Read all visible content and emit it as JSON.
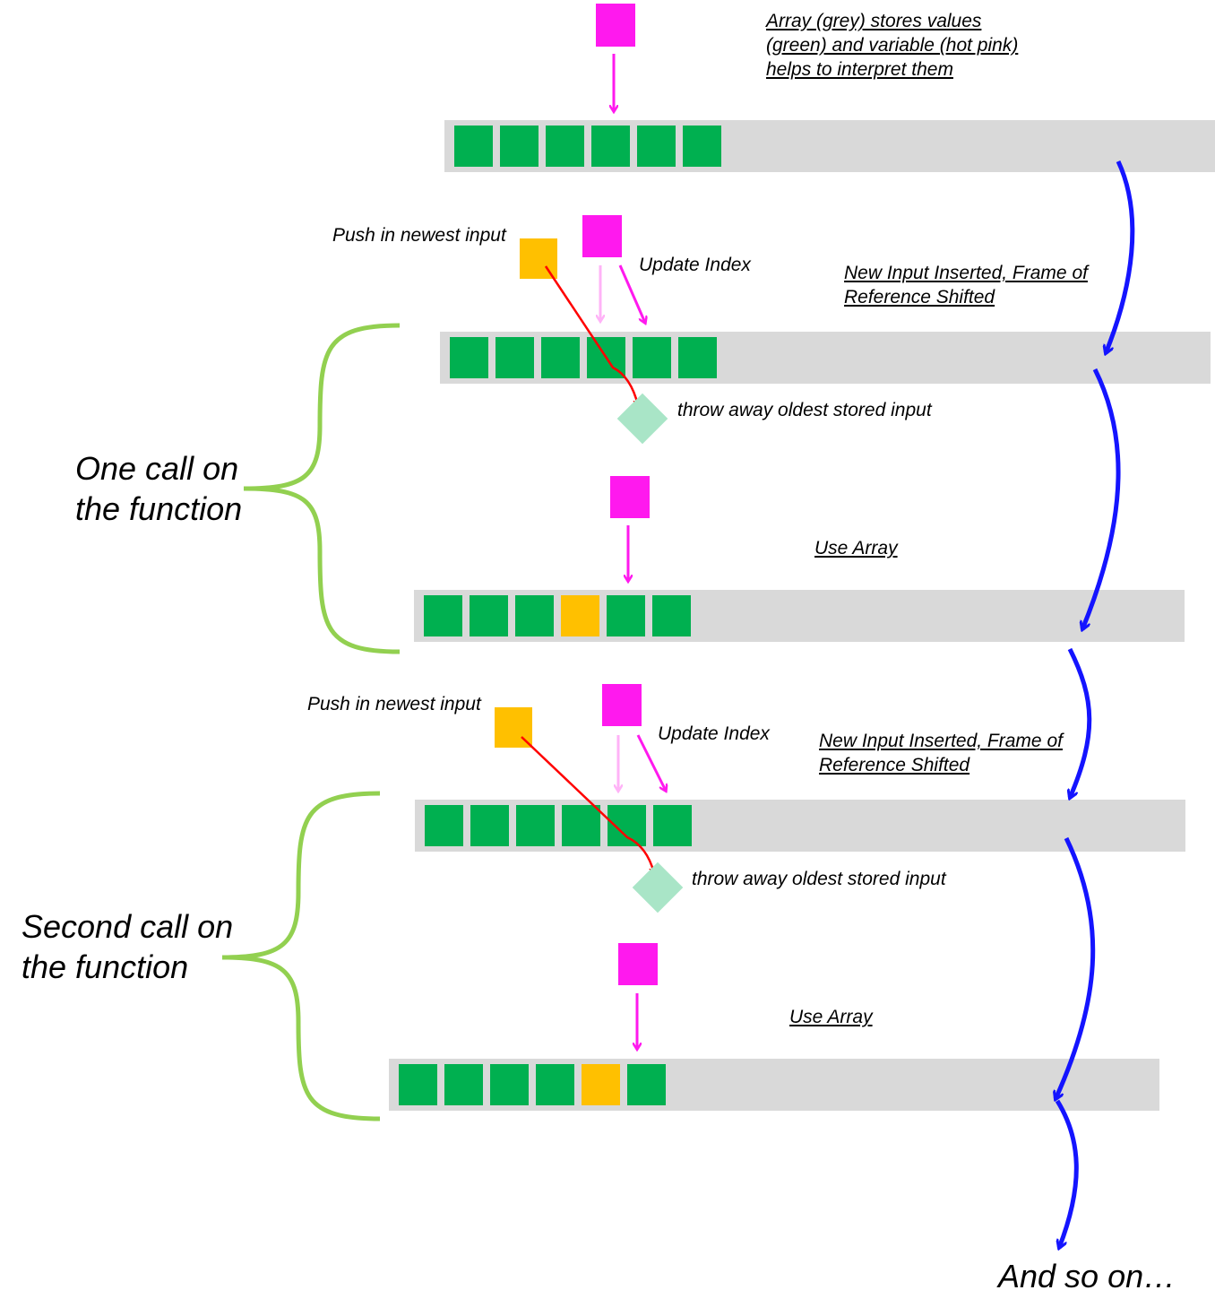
{
  "notes": {
    "intro": [
      "Array (grey) stores values",
      "(green) and variable (hot pink)",
      "helps to interpret them"
    ],
    "inserted_1": [
      "New Input Inserted, Frame of",
      "Reference Shifted"
    ],
    "use_array_1": "Use Array",
    "inserted_2": [
      "New Input Inserted, Frame of",
      "Reference Shifted"
    ],
    "use_array_2": "Use Array"
  },
  "labels": {
    "push_1": "Push in newest input",
    "update_1": "Update Index",
    "throw_1": "throw away oldest stored input",
    "push_2": "Push in newest input",
    "update_2": "Update Index",
    "throw_2": "throw away oldest stored input"
  },
  "groups": {
    "first_call": [
      "One call on",
      "the function"
    ],
    "second_call": [
      "Second call on",
      "the function"
    ]
  },
  "ending": "And so on…",
  "colors": {
    "array": "#d9d9d9",
    "value": "#00b050",
    "variable": "#ff19ee",
    "variable_faded": "#ffb3f7",
    "new_input": "#ffc000",
    "discarded": "#a9e5c7",
    "brace": "#92d050",
    "flow": "#1414ff",
    "push": "#ff0000"
  },
  "arrays": [
    {
      "cells": [
        "value",
        "value",
        "value",
        "value",
        "value",
        "value"
      ]
    },
    {
      "cells": [
        "value",
        "value",
        "value",
        "value",
        "value",
        "value"
      ]
    },
    {
      "cells": [
        "value",
        "value",
        "value",
        "new_input",
        "value",
        "value"
      ]
    },
    {
      "cells": [
        "value",
        "value",
        "value",
        "value",
        "value",
        "value"
      ]
    },
    {
      "cells": [
        "value",
        "value",
        "value",
        "value",
        "new_input",
        "value"
      ]
    }
  ]
}
